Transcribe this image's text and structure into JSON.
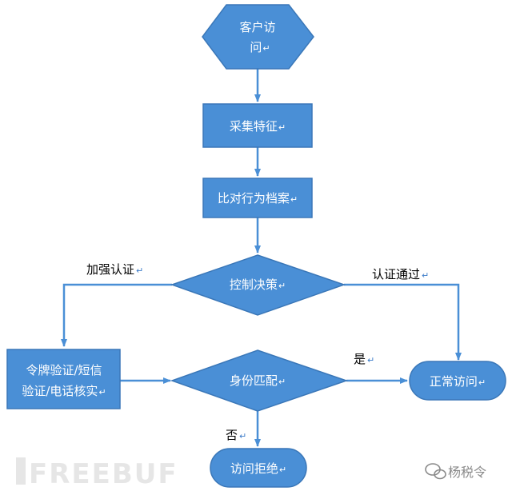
{
  "colors": {
    "node_fill": "#4a8fd6",
    "node_stroke": "#3a77b8",
    "arrow": "#4a8fd6",
    "edge_text": "#000000",
    "watermark": "#e6e6e6"
  },
  "nodes": {
    "start": {
      "line1": "客户访",
      "line2": "问",
      "shape": "hexagon"
    },
    "collect": {
      "label": "采集特征",
      "shape": "rectangle"
    },
    "compare": {
      "label": "比对行为档案",
      "shape": "rectangle"
    },
    "decision": {
      "label": "控制决策",
      "shape": "diamond"
    },
    "strong_auth": {
      "line1": "令牌验证/短信",
      "line2": "验证/电话核实",
      "shape": "rectangle"
    },
    "identity_match": {
      "label": "身份匹配",
      "shape": "diamond"
    },
    "normal": {
      "label": "正常访问",
      "shape": "rounded-rectangle"
    },
    "deny": {
      "label": "访问拒绝",
      "shape": "rounded-rectangle"
    }
  },
  "edges": {
    "strengthen": {
      "label": "加强认证"
    },
    "pass": {
      "label": "认证通过"
    },
    "yes": {
      "label": "是"
    },
    "no": {
      "label": "否"
    }
  },
  "return_mark": "↵",
  "watermark": {
    "brand": "FREEBUF",
    "author": "杨税令",
    "icon": "wechat-icon"
  }
}
